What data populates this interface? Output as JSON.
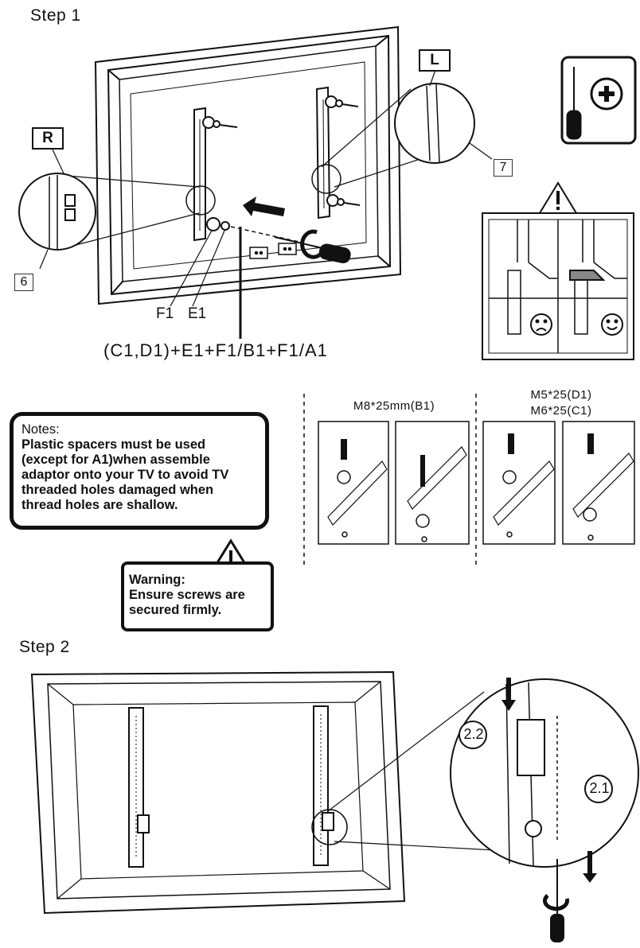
{
  "step1": {
    "title": "Step 1"
  },
  "step2": {
    "title": "Step 2"
  },
  "labels": {
    "right": "R",
    "left": "L",
    "callout_6": "6",
    "callout_7": "7"
  },
  "parts": {
    "f1": "F1",
    "e1": "E1"
  },
  "formula": "(C1,D1)+E1+F1/B1+F1/A1",
  "notes": {
    "heading": "Notes:",
    "lines": [
      "Plastic spacers must be used",
      "(except for A1)when assemble",
      "adaptor onto your TV to avoid TV",
      "threaded holes damaged when",
      "thread holes are shallow."
    ]
  },
  "warning": {
    "heading": "Warning:",
    "lines": [
      "Ensure screws are",
      "secured firmly."
    ]
  },
  "screw_specs": {
    "b1": "M8*25mm(B1)",
    "d1": "M5*25(D1)",
    "c1": "M6*25(C1)"
  },
  "step2_callouts": {
    "first": "2.1",
    "second": "2.2"
  },
  "icons": [
    "phillips-screwdriver-icon",
    "caution-triangle-icon",
    "sad-face-icon",
    "happy-face-icon",
    "rotate-arrow-icon",
    "down-arrow-icon"
  ]
}
